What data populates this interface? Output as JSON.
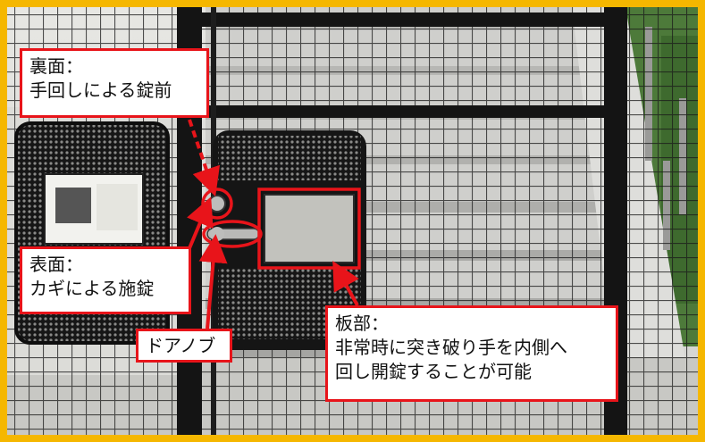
{
  "colors": {
    "background_frame": "#f5b700",
    "annotation_red": "#e8141a",
    "steel_black": "#141414",
    "concrete": "#c9c9c7",
    "callout_fill": "#ffffff"
  },
  "callouts": {
    "back": {
      "line1": "裏面：",
      "line2": "手回しによる錠前"
    },
    "front": {
      "line1": "表面：",
      "line2": "カギによる施錠"
    },
    "knob": {
      "line1": "ドアノブ"
    },
    "panel": {
      "line1": "板部：",
      "line2": "非常時に突き破り手を内側へ",
      "line3": "回し開錠することが可能"
    }
  }
}
